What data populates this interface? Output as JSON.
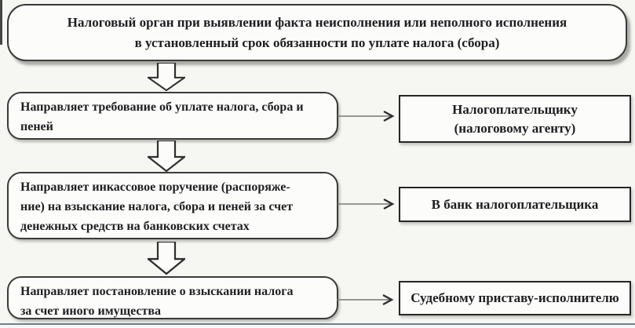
{
  "flowchart": {
    "root": "Налоговый орган при выявлении факта неисполнения или неполного исполнения\nв установленный срок обязанности по уплате налога (сбора)",
    "rows": [
      {
        "action": "Направляет требование об уплате налога, сбора и\nпеней",
        "target": "Налогоплательщику\n(налоговому агенту)"
      },
      {
        "action": "Направляет инкассовое поручение (распоряже-\nние) на взыскание налога, сбора и пеней за счет\nденежных средств на банковских счетах",
        "target": "В банк налогоплательщика"
      },
      {
        "action": "Направляет постановление о взыскании налога\nза счет иного имущества",
        "target": "Судебному приставу-исполнителю"
      }
    ]
  },
  "colors": {
    "page_background": "#f6f6f3",
    "box_background": "#fcfcfa",
    "box_border": "#3a3a3a",
    "text": "#1e1e22",
    "connector_line": "#777777",
    "arrow_outline": "#2f2f2f",
    "bottom_rule": "#70808e"
  }
}
